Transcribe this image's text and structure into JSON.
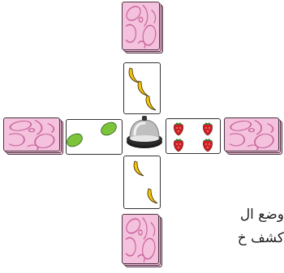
{
  "game": {
    "center_item": "bell-icon",
    "played_cards": {
      "top": {
        "fruit": "banana",
        "count": 3
      },
      "left": {
        "fruit": "lime",
        "count": 2
      },
      "right": {
        "fruit": "strawberry",
        "count": 4
      },
      "bottom": {
        "fruit": "banana",
        "count": 2
      }
    },
    "colors": {
      "card_back": "#f4c2dc",
      "card_back_pattern": "#c9669f",
      "banana": "#f2c40f",
      "lime": "#7cc53b",
      "strawberry": "#d11f24"
    }
  },
  "caption": {
    "line1": "وضع ال",
    "line2": "كشف خ"
  }
}
